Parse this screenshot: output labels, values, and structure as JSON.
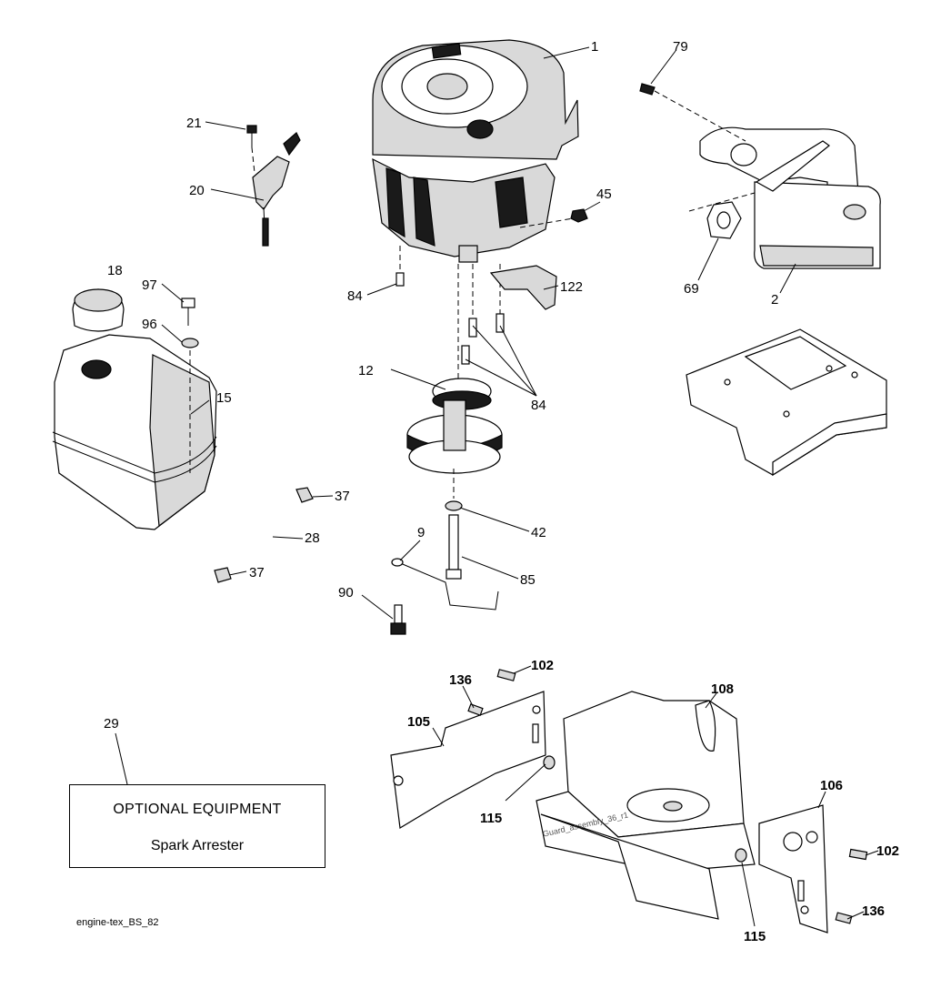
{
  "diagram": {
    "callouts": [
      {
        "id": "c1",
        "text": "1"
      },
      {
        "id": "c79",
        "text": "79"
      },
      {
        "id": "c21",
        "text": "21"
      },
      {
        "id": "c20",
        "text": "20"
      },
      {
        "id": "c45",
        "text": "45"
      },
      {
        "id": "c18",
        "text": "18"
      },
      {
        "id": "c97",
        "text": "97"
      },
      {
        "id": "c96",
        "text": "96"
      },
      {
        "id": "c15",
        "text": "15"
      },
      {
        "id": "c84a",
        "text": "84"
      },
      {
        "id": "c122",
        "text": "122"
      },
      {
        "id": "c69",
        "text": "69"
      },
      {
        "id": "c2",
        "text": "2"
      },
      {
        "id": "c12",
        "text": "12"
      },
      {
        "id": "c84b",
        "text": "84"
      },
      {
        "id": "c37a",
        "text": "37"
      },
      {
        "id": "c28",
        "text": "28"
      },
      {
        "id": "c37b",
        "text": "37"
      },
      {
        "id": "c42",
        "text": "42"
      },
      {
        "id": "c9",
        "text": "9"
      },
      {
        "id": "c85",
        "text": "85"
      },
      {
        "id": "c90",
        "text": "90"
      },
      {
        "id": "c29",
        "text": "29"
      },
      {
        "id": "c102a",
        "text": "102"
      },
      {
        "id": "c136a",
        "text": "136"
      },
      {
        "id": "c108",
        "text": "108"
      },
      {
        "id": "c105",
        "text": "105"
      },
      {
        "id": "c115a",
        "text": "115"
      },
      {
        "id": "c106",
        "text": "106"
      },
      {
        "id": "c102b",
        "text": "102"
      },
      {
        "id": "c136b",
        "text": "136"
      },
      {
        "id": "c115b",
        "text": "115"
      }
    ],
    "optional_box": {
      "title": "OPTIONAL EQUIPMENT",
      "subtitle": "Spark Arrester"
    },
    "file_id": "engine-tex_BS_82",
    "watermark": "Guard_assembly_36_r1"
  }
}
